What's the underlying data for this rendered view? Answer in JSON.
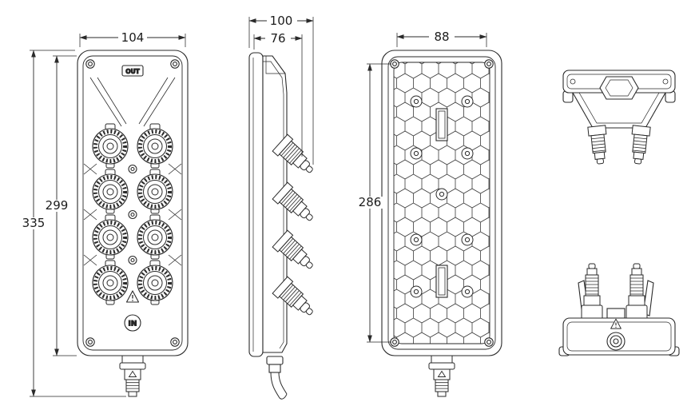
{
  "drawing": {
    "front": {
      "width": "104",
      "height_total": "335",
      "height_body": "299",
      "out_label": "OUT",
      "in_label": "IN"
    },
    "side": {
      "depth_total": "100",
      "depth_body": "76"
    },
    "back": {
      "width": "88",
      "height": "286"
    }
  }
}
